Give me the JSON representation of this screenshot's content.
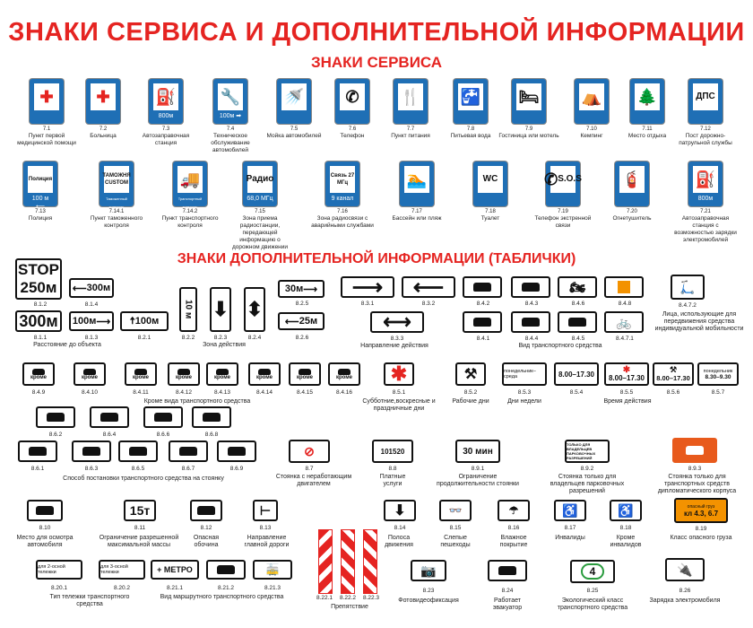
{
  "title": "ЗНАКИ СЕРВИСА И ДОПОЛНИТЕЛЬНОЙ ИНФОРМАЦИИ",
  "service_title": "ЗНАКИ СЕРВИСА",
  "plates_title": "ЗНАКИ ДОПОЛНИТЕЛЬНОЙ ИНФОРМАЦИИ (ТАБЛИЧКИ)",
  "colors": {
    "accent": "#e52421",
    "sign_blue": "#1f6fb5"
  },
  "service_row1": [
    {
      "num": "7.1",
      "label": "Пункт первой медицинской помощи",
      "icon": "first-aid-icon"
    },
    {
      "num": "7.2",
      "label": "Больница",
      "icon": "hospital-icon"
    },
    {
      "num": "7.3",
      "label": "Автозаправочная станция",
      "icon": "fuel-pump-icon",
      "band": "800м"
    },
    {
      "num": "7.4",
      "label": "Техническое обслуживание автомобилей",
      "icon": "wrench-icon",
      "band": "100м ➡"
    },
    {
      "num": "7.5",
      "label": "Мойка автомобилей",
      "icon": "car-wash-icon"
    },
    {
      "num": "7.6",
      "label": "Телефон",
      "icon": "telephone-icon"
    },
    {
      "num": "7.7",
      "label": "Пункт питания",
      "icon": "fork-knife-icon"
    },
    {
      "num": "7.8",
      "label": "Питьевая вода",
      "icon": "tap-icon"
    },
    {
      "num": "7.9",
      "label": "Гостиница или мотель",
      "icon": "bed-icon"
    },
    {
      "num": "7.10",
      "label": "Кемпинг",
      "icon": "tent-icon"
    },
    {
      "num": "7.11",
      "label": "Место отдыха",
      "icon": "tree-icon"
    },
    {
      "num": "7.12",
      "label": "Пост дорожно-патрульной службы",
      "icon": "dps-text",
      "text": "ДПС"
    }
  ],
  "service_row2": [
    {
      "num": "7.13",
      "label": "Полиция",
      "text": "Полиция",
      "band": "100 м ⟵"
    },
    {
      "num": "7.14.1",
      "label": "Пункт таможенного контроля",
      "text": "ТАМОЖНЯ CUSTOM",
      "band": "Таможенный контроль"
    },
    {
      "num": "7.14.2",
      "label": "Пункт транспортного контроля",
      "icon": "truck-icon",
      "band": "Транспортный контроль"
    },
    {
      "num": "7.15",
      "label": "Зона приема радиостанции, передающей информацию о дорожном движении",
      "text": "Радио",
      "band": "68,0 МГц"
    },
    {
      "num": "7.16",
      "label": "Зона радиосвязи с аварийными службами",
      "text": "Связь 27 МГц",
      "band": "9 канал"
    },
    {
      "num": "7.17",
      "label": "Бассейн или пляж",
      "icon": "swimmer-icon"
    },
    {
      "num": "7.18",
      "label": "Туалет",
      "text": "WC"
    },
    {
      "num": "7.19",
      "label": "Телефон экстренной связи",
      "icon": "sos-phone-icon",
      "text": "S.O.S"
    },
    {
      "num": "7.20",
      "label": "Огнетушитель",
      "icon": "extinguisher-icon"
    },
    {
      "num": "7.21",
      "label": "Автозаправочная станция с возможностью зарядки электромобилей",
      "icon": "ev-fuel-icon",
      "band": "800м"
    }
  ],
  "plates": {
    "p812_top": "STOP",
    "p812_bot": "250м",
    "n812": "8.1.2",
    "p811": "300м",
    "n811": "8.1.1",
    "p814": "300м",
    "n814": "8.1.4",
    "p813": "100м",
    "n813": "8.1.3",
    "cap81": "Расстояние до объекта",
    "p821": "100м",
    "n821": "8.2.1",
    "p822": "10 м",
    "n822": "8.2.2",
    "n823": "8.2.3",
    "n824": "8.2.4",
    "cap82": "Зона действия",
    "p825": "30м",
    "n825": "8.2.5",
    "p826": "25м",
    "n826": "8.2.6",
    "n831": "8.3.1",
    "n832": "8.3.2",
    "n833": "8.3.3",
    "cap83": "Направление действия",
    "n842": "8.4.2",
    "n843": "8.4.3",
    "n846": "8.4.6",
    "n848": "8.4.8",
    "n8472": "8.4.7.2",
    "n841": "8.4.1",
    "n844": "8.4.4",
    "n845": "8.4.5",
    "n8471": "8.4.7.1",
    "cap84": "Вид транспортного средства",
    "cap8472": "Лица, использующие для передвижения средства индивидуальной мобильности",
    "krome": "кроме",
    "n849": "8.4.9",
    "n8410": "8.4.10",
    "n8411": "8.4.11",
    "n8412": "8.4.12",
    "n8413": "8.4.13",
    "n8414": "8.4.14",
    "n8415": "8.4.15",
    "n8416": "8.4.16",
    "cap849": "Кроме вида транспортного средства",
    "n851": "8.5.1",
    "cap851": "Субботние,воскресные и праздничные дни",
    "n852": "8.5.2",
    "cap852": "Рабочие дни",
    "p853": "понедельник–среда",
    "n853": "8.5.3",
    "cap853": "Дни недели",
    "p854": "8.00–17.30",
    "n854": "8.5.4",
    "p855": "8.00–17.30",
    "n855": "8.5.5",
    "p856": "8.00–17.30",
    "n856": "8.5.6",
    "p857a": "понедельник",
    "p857b": "8.30–9.30",
    "n857": "8.5.7",
    "cap854": "Время действия",
    "n862": "8.6.2",
    "n864": "8.6.4",
    "n866": "8.6.6",
    "n868": "8.6.8",
    "n861": "8.6.1",
    "n863": "8.6.3",
    "n865": "8.6.5",
    "n867": "8.6.7",
    "n869": "8.6.9",
    "cap86": "Способ постановки транспортного средства на стоянку",
    "n87": "8.7",
    "cap87": "Стоянка с неработающим двигателем",
    "p88": "101520",
    "n88": "8.8",
    "cap88": "Платные услуги",
    "p891": "30 мин",
    "n891": "8.9.1",
    "cap891": "Ограничение продолжительности стоянки",
    "p892": "ТОЛЬКО ДЛЯ ВЛАДЕЛЬЦЕВ ПАРКОВОЧНЫХ РАЗРЕШЕНИЙ",
    "n892": "8.9.2",
    "cap892": "Стоянка только для владельцев парковочных разрешений",
    "n893": "8.9.3",
    "cap893": "Стоянка только для транспортных средств дипломатического корпуса",
    "n810": "8.10",
    "cap810": "Место для осмотра автомобиля",
    "p811b": "15т",
    "n811b": "8.11",
    "cap811b": "Ограничение разрешенной максимальной массы",
    "n812b": "8.12",
    "cap812b": "Опасная обочина",
    "n813b": "8.13",
    "cap813b": "Направление главной дороги",
    "n814b": "8.14",
    "cap814b": "Полоса движения",
    "n815": "8.15",
    "cap815": "Слепые пешеходы",
    "n816": "8.16",
    "cap816": "Влажное покрытие",
    "n817": "8.17",
    "cap817": "Инвалиды",
    "n818": "8.18",
    "cap818": "Кроме инвалидов",
    "p819a": "опасный груз",
    "p819b": "кл 4.3, 6.7",
    "n819": "8.19",
    "cap819": "Класс опасного груза",
    "p8201": "для 2-осной тележки",
    "n8201": "8.20.1",
    "p8202": "для 3-осной тележки",
    "n8202": "8.20.2",
    "cap820": "Тип тележки транспортного средства",
    "p8211": "+ МЕТРО",
    "n8211": "8.21.1",
    "n8212": "8.21.2",
    "n8213": "8.21.3",
    "cap821": "Вид маршрутного транспортного средства",
    "n8221": "8.22.1",
    "n8222": "8.22.2",
    "n8223": "8.22.3",
    "cap822": "Препятствие",
    "n823b": "8.23",
    "cap823b": "Фотовидеофиксация",
    "n824b": "8.24",
    "cap824b": "Работает эвакуатор",
    "p825b": "4",
    "n825b": "8.25",
    "cap825b": "Экологический класс транспортного средства",
    "n826b": "8.26",
    "cap826b": "Зарядка электромобиля"
  }
}
